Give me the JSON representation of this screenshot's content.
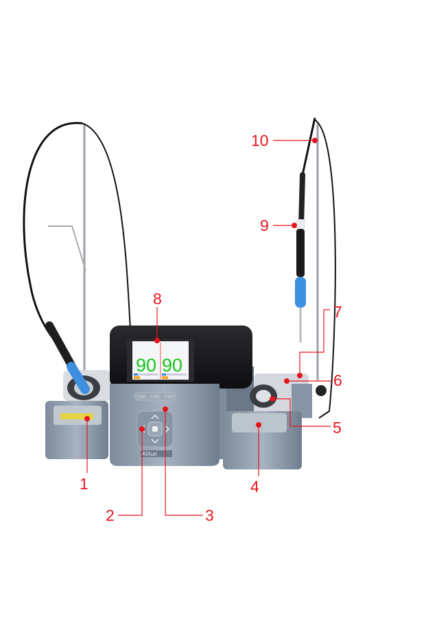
{
  "product": {
    "screen_left_value": "90",
    "screen_right_value": "90",
    "channel_buttons": [
      "CH1",
      "CH2",
      "CH3"
    ],
    "logo": "AIXun"
  },
  "callouts": [
    "1",
    "2",
    "3",
    "4",
    "5",
    "6",
    "7",
    "8",
    "9",
    "10"
  ],
  "colors": {
    "callout": "#e8141c",
    "body": "#8c9bad",
    "top": "#1b1b1d",
    "grip": "#3f8fe0",
    "temp_digits": "#19c51c"
  }
}
